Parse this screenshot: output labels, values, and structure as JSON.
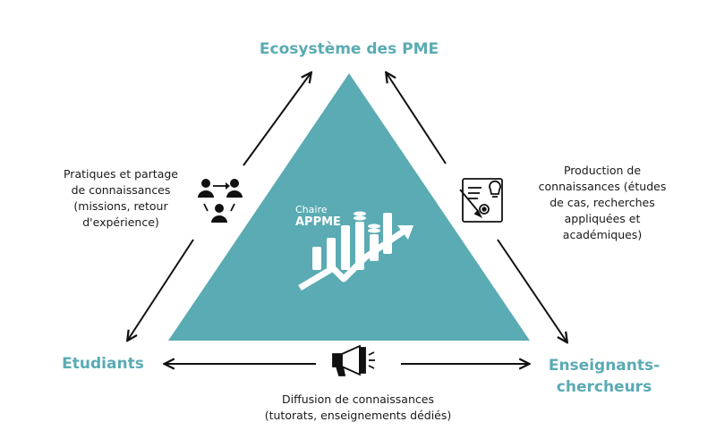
{
  "nodes": {
    "top": "Ecosystème des PME",
    "left": "Etudiants",
    "right_line1": "Enseignants-",
    "right_line2": "chercheurs"
  },
  "descriptions": {
    "left": [
      "Pratiques et partage",
      "de connaissances",
      "(missions, retour",
      "d'expérience)"
    ],
    "right": [
      "Production de",
      "connaissances (études",
      "de cas, recherches",
      "appliquées et",
      "académiques)"
    ],
    "bottom": [
      "Diffusion de connaissances",
      "(tutorats, enseignements dédiés)"
    ]
  },
  "logo": {
    "line1": "Chaire",
    "line2": "APPME"
  },
  "icons": {
    "left": "people-exchange-icon",
    "right": "research-document-icon",
    "bottom": "megaphone-icon"
  },
  "colors": {
    "triangle": "#5aabb3",
    "node_text": "#5aabb3",
    "arrow": "#111111"
  }
}
